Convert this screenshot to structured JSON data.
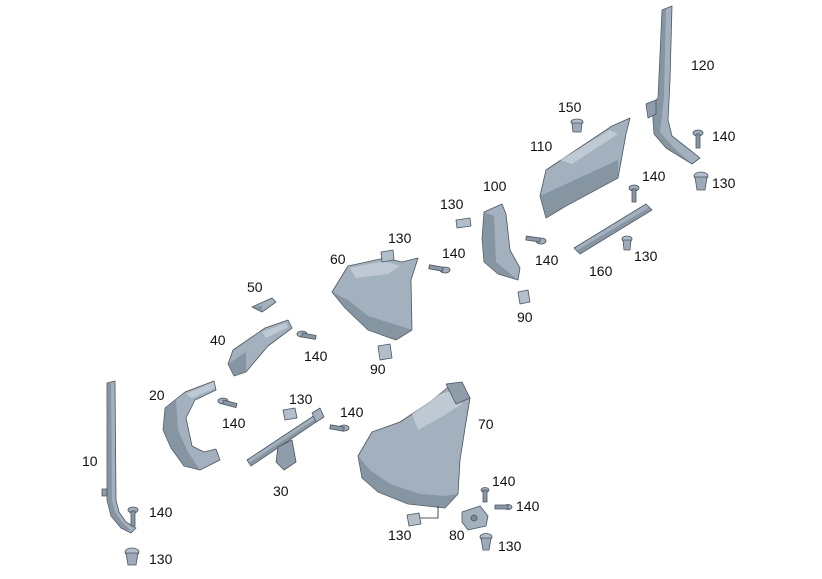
{
  "diagram": {
    "colors": {
      "part_fill": "#a3b1be",
      "part_dark": "#6f7d8a",
      "part_light": "#c9d3dc",
      "outline": "#4a5560",
      "label": "#111111"
    },
    "callouts": {
      "c10": "10",
      "c20": "20",
      "c30": "30",
      "c40": "40",
      "c50": "50",
      "c60": "60",
      "c70": "70",
      "c80": "80",
      "c90a": "90",
      "c90b": "90",
      "c100": "100",
      "c110": "110",
      "c120": "120",
      "c130a": "130",
      "c130b": "130",
      "c130c": "130",
      "c130d": "130",
      "c130e": "130",
      "c130f": "130",
      "c130g": "130",
      "c130h": "130",
      "c140a": "140",
      "c140b": "140",
      "c140c": "140",
      "c140d": "140",
      "c140e": "140",
      "c140f": "140",
      "c140g": "140",
      "c140h": "140",
      "c140i": "140",
      "c150": "150",
      "c160": "160"
    }
  }
}
